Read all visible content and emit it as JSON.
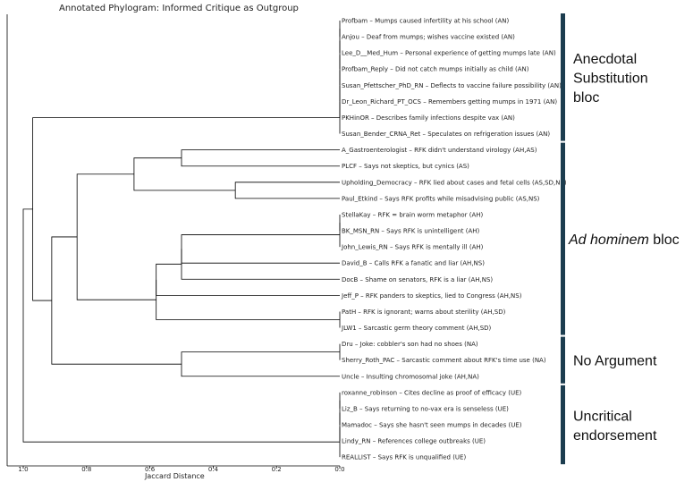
{
  "chart_data": {
    "type": "dendrogram",
    "title": "Annotated Phylogram: Informed Critique as Outgroup",
    "xlabel": "Jaccard Distance",
    "xlim": [
      1.0,
      0.0
    ],
    "xticks": [
      "1.0",
      "0.8",
      "0.6",
      "0.4",
      "0.2",
      "0.0"
    ],
    "leaves": [
      "Profbam – Mumps caused infertility at his school (AN)",
      "Anjou – Deaf from mumps; wishes vaccine existed (AN)",
      "Lee_D__Med_Hum – Personal experience of getting mumps late (AN)",
      "Profbam_Reply – Did not catch mumps initially as child (AN)",
      "Susan_Pfettscher_PhD_RN – Deflects to vaccine failure possibility (AN)",
      "Dr_Leon_Richard_PT_OCS – Remembers getting mumps in 1971 (AN)",
      "PKHinOR – Describes family infections despite vax (AN)",
      "Susan_Bender_CRNA_Ret – Speculates on refrigeration issues (AN)",
      "A_Gastroenterologist – RFK didn't understand virology (AH,AS)",
      "PLCF – Says not skeptics, but cynics (AS)",
      "Upholding_Democracy – RFK lied about cases and fetal cells (AS,SD,NS)",
      "Paul_Etkind – Says RFK profits while misadvising public (AS,NS)",
      "StellaKay – RFK = brain worm metaphor (AH)",
      "BK_MSN_RN – Says RFK is unintelligent (AH)",
      "John_Lewis_RN – Says RFK is mentally ill (AH)",
      "David_B – Calls RFK a fanatic and liar (AH,NS)",
      "DocB – Shame on senators, RFK is a liar (AH,NS)",
      "Jeff_P – RFK panders to skeptics, lied to Congress (AH,NS)",
      "PatH – RFK is ignorant; warns about sterility (AH,SD)",
      "JLW1 – Sarcastic germ theory comment (AH,SD)",
      "Dru – Joke: cobbler's son had no shoes (NA)",
      "Sherry_Roth_PAC – Sarcastic comment about RFK's time use (NA)",
      "Uncle – Insulting chromosomal joke (AH,NA)",
      "roxanne_robinson – Cites decline as proof of efficacy (UE)",
      "Liz_B – Says returning to no-vax era is senseless (UE)",
      "Mamadoc – Says she hasn't seen mumps in decades (UE)",
      "Lindy_RN – References college outbreaks (UE)",
      "REALLIST – Says RFK is unqualified (UE)"
    ],
    "merges": [
      {
        "left": "leaf:0",
        "right": "leaf:1",
        "height": 0.0
      },
      {
        "left": "merge:0",
        "right": "leaf:2",
        "height": 0.0
      },
      {
        "left": "merge:1",
        "right": "leaf:3",
        "height": 0.0
      },
      {
        "left": "merge:2",
        "right": "leaf:4",
        "height": 0.0
      },
      {
        "left": "merge:3",
        "right": "leaf:5",
        "height": 0.0
      },
      {
        "left": "merge:4",
        "right": "leaf:6",
        "height": 0.0
      },
      {
        "left": "merge:5",
        "right": "leaf:7",
        "height": 0.0
      },
      {
        "left": "leaf:8",
        "right": "leaf:9",
        "height": 0.5
      },
      {
        "left": "leaf:10",
        "right": "leaf:11",
        "height": 0.33
      },
      {
        "left": "merge:7",
        "right": "merge:8",
        "height": 0.65
      },
      {
        "left": "leaf:12",
        "right": "leaf:13",
        "height": 0.0
      },
      {
        "left": "merge:10",
        "right": "leaf:14",
        "height": 0.0
      },
      {
        "left": "merge:11",
        "right": "leaf:15",
        "height": 0.5
      },
      {
        "left": "merge:12",
        "right": "leaf:16",
        "height": 0.5
      },
      {
        "left": "merge:13",
        "right": "leaf:17",
        "height": 0.58
      },
      {
        "left": "leaf:18",
        "right": "leaf:19",
        "height": 0.0
      },
      {
        "left": "merge:14",
        "right": "merge:15",
        "height": 0.58
      },
      {
        "left": "merge:9",
        "right": "merge:16",
        "height": 0.83
      },
      {
        "left": "leaf:20",
        "right": "leaf:21",
        "height": 0.0
      },
      {
        "left": "merge:18",
        "right": "leaf:22",
        "height": 0.5
      },
      {
        "left": "merge:17",
        "right": "merge:19",
        "height": 0.91
      },
      {
        "left": "merge:6",
        "right": "merge:20",
        "height": 0.97
      },
      {
        "left": "leaf:23",
        "right": "leaf:24",
        "height": 0.0
      },
      {
        "left": "merge:22",
        "right": "leaf:25",
        "height": 0.0
      },
      {
        "left": "merge:23",
        "right": "leaf:26",
        "height": 0.0
      },
      {
        "left": "merge:24",
        "right": "leaf:27",
        "height": 0.0
      },
      {
        "left": "merge:21",
        "right": "merge:25",
        "height": 1.0
      }
    ],
    "blocs": [
      {
        "label": "Anecdotal Substitution bloc",
        "lines": [
          "Anecdotal",
          "Substitution",
          "bloc"
        ],
        "first_leaf": 0,
        "last_leaf": 7
      },
      {
        "label": "Ad hominem bloc",
        "lines": [
          "Ad hominem bloc"
        ],
        "first_leaf": 8,
        "last_leaf": 19
      },
      {
        "label": "No Argument",
        "lines": [
          "No Argument"
        ],
        "first_leaf": 20,
        "last_leaf": 22
      },
      {
        "label": "Uncritical endorsement",
        "lines": [
          "Uncritical",
          "endorsement"
        ],
        "first_leaf": 23,
        "last_leaf": 27
      }
    ],
    "bracket_color": "#1c3d4f"
  }
}
